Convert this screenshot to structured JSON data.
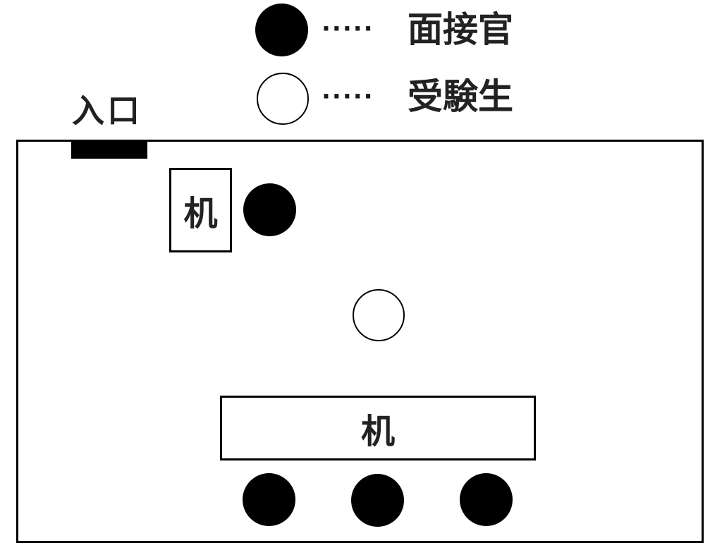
{
  "legend": {
    "items": [
      {
        "symbol": "filled-circle",
        "separator": "·····",
        "label": "面接官"
      },
      {
        "symbol": "open-circle",
        "separator": "·····",
        "label": "受験生"
      }
    ]
  },
  "room": {
    "entrance_label": "入口",
    "desks": [
      {
        "label": "机",
        "position": "upper-left"
      },
      {
        "label": "机",
        "position": "bottom-center"
      }
    ],
    "people": [
      {
        "role": "面接官",
        "symbol": "filled-circle",
        "position": "beside upper-left desk"
      },
      {
        "role": "受験生",
        "symbol": "open-circle",
        "position": "center"
      },
      {
        "role": "面接官",
        "symbol": "filled-circle",
        "position": "bottom-left"
      },
      {
        "role": "面接官",
        "symbol": "filled-circle",
        "position": "bottom-center"
      },
      {
        "role": "面接官",
        "symbol": "filled-circle",
        "position": "bottom-right"
      }
    ]
  },
  "colors": {
    "line": "#000000",
    "background": "#ffffff"
  }
}
